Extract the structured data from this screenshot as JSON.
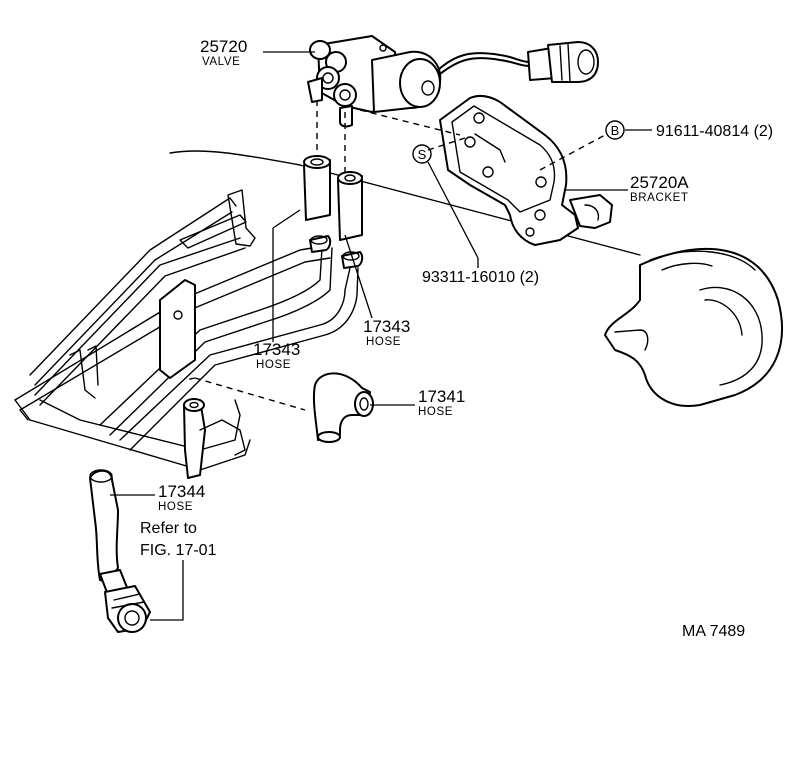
{
  "parts": {
    "valve": {
      "number": "25720",
      "name": "VALVE"
    },
    "bolt": {
      "symbol": "B",
      "number": "91611-40814 (2)"
    },
    "bracket": {
      "number": "25720A",
      "name": "BRACKET"
    },
    "screw": {
      "symbol": "S",
      "number": "93311-16010 (2)"
    },
    "hose_right": {
      "number": "17343",
      "name": "HOSE"
    },
    "hose_left": {
      "number": "17343",
      "name": "HOSE"
    },
    "hose_elbow": {
      "number": "17341",
      "name": "HOSE"
    },
    "hose_lower": {
      "number": "17344",
      "name": "HOSE"
    }
  },
  "reference": {
    "line1": "Refer to",
    "line2": "FIG. 17-01"
  },
  "drawing_code": "MA 7489"
}
